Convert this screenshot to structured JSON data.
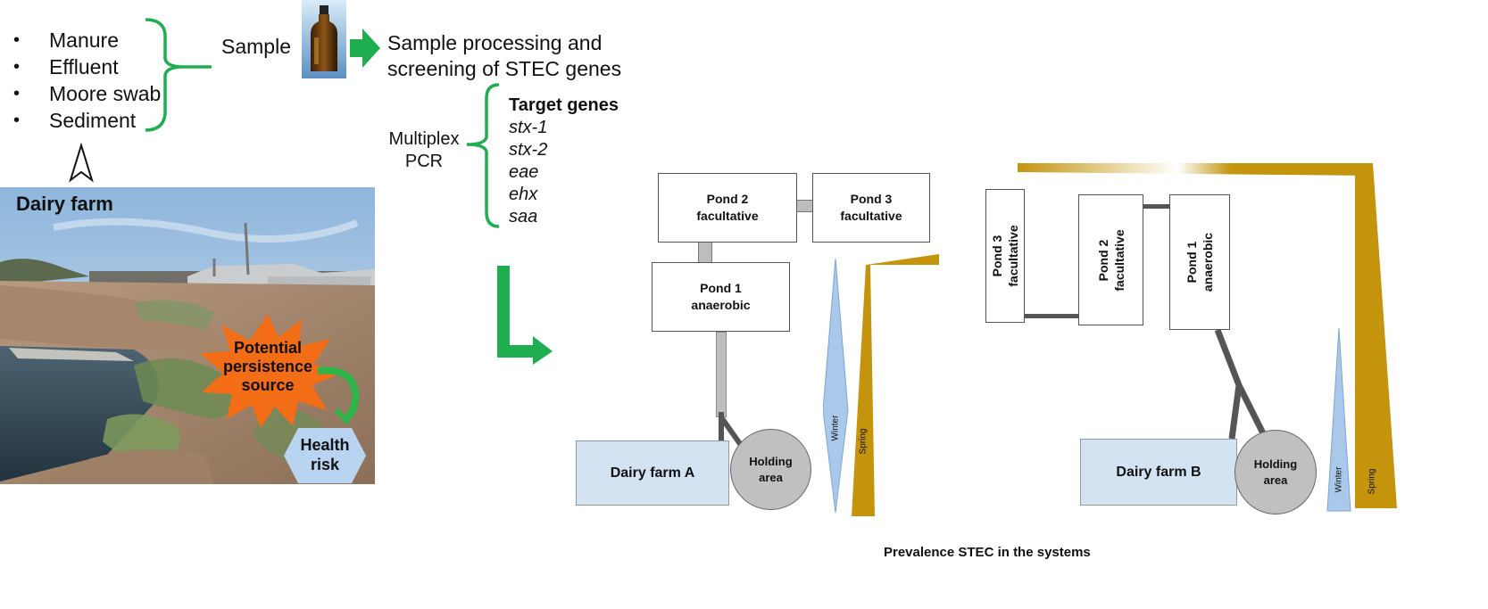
{
  "sample_types": [
    "Manure",
    "Effluent",
    "Moore swab",
    "Sediment"
  ],
  "sample_label": "Sample",
  "processing_text": [
    "Sample processing and",
    "screening of STEC genes"
  ],
  "pcr_label": [
    "Multiplex",
    "PCR"
  ],
  "target_genes_title": "Target genes",
  "target_genes": [
    "stx-1",
    "stx-2",
    "eae",
    "ehx",
    "saa"
  ],
  "photo": {
    "title": "Dairy farm",
    "persistence_label": [
      "Potential",
      "persistence",
      "source"
    ],
    "risk_label": [
      "Health",
      "risk"
    ]
  },
  "farm_a": {
    "pond2": [
      "Pond 2",
      "facultative"
    ],
    "pond3": [
      "Pond 3",
      "facultative"
    ],
    "pond1": [
      "Pond 1",
      "anaerobic"
    ],
    "farm": "Dairy farm A",
    "holding": [
      "Holding",
      "area"
    ],
    "winter": "Winter",
    "spring": "Spring"
  },
  "farm_b": {
    "pond3": [
      "Pond 3",
      "facultative"
    ],
    "pond2": [
      "Pond 2",
      "facultative"
    ],
    "pond1": [
      "Pond 1",
      "anaerobic"
    ],
    "farm": "Dairy farm B",
    "holding": [
      "Holding",
      "area"
    ],
    "winter": "Winter",
    "spring": "Spring"
  },
  "caption": "Prevalence STEC in the systems",
  "colors": {
    "green": "#1fae4f",
    "winter_blue": "#a9c8ea",
    "spring_gold": "#c4940c",
    "farm_blue": "#d3e3f2",
    "holding_gray": "#c0c0c0"
  },
  "icons": [
    "bottle-icon",
    "compass-arrow-icon",
    "arrow-right-icon",
    "arrow-down-right-icon",
    "starburst-icon",
    "hexagon-icon"
  ]
}
